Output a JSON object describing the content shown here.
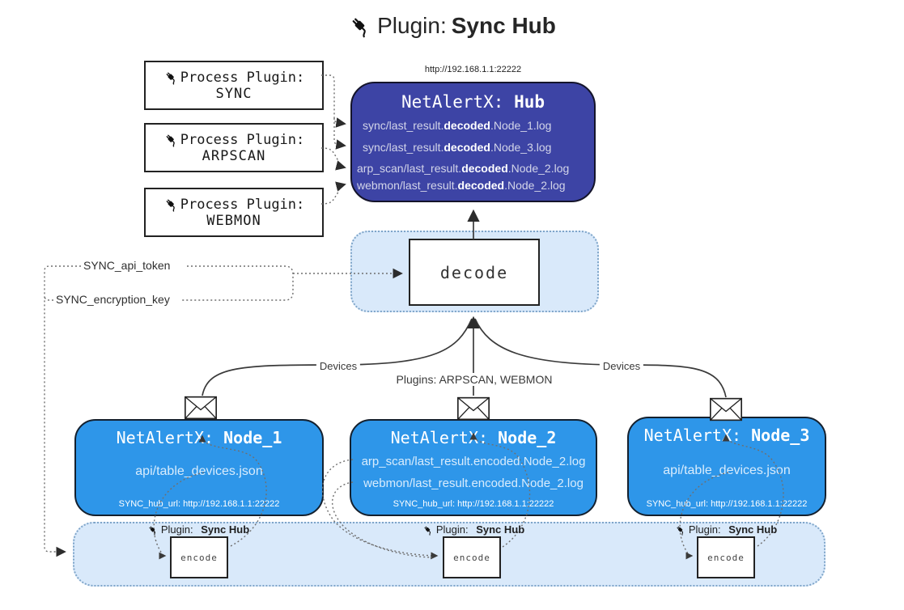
{
  "title": {
    "label": "Plugin:",
    "name": "Sync Hub"
  },
  "hub": {
    "url": "http://192.168.1.1:22222",
    "title_prefix": "NetAlertX:",
    "title_name": "Hub",
    "files": [
      {
        "pre": "sync/last_result.",
        "bold": "decoded",
        "post": ".Node_1.log"
      },
      {
        "pre": "sync/last_result.",
        "bold": "decoded",
        "post": ".Node_3.log"
      },
      {
        "pre": "arp_scan/last_result.",
        "bold": "decoded",
        "post": ".Node_2.log"
      },
      {
        "pre": "webmon/last_result.",
        "bold": "decoded",
        "post": ".Node_2.log"
      }
    ]
  },
  "process_plugins": [
    {
      "label": "Process Plugin:",
      "name": "SYNC"
    },
    {
      "label": "Process Plugin:",
      "name": "ARPSCAN"
    },
    {
      "label": "Process Plugin:",
      "name": "WEBMON"
    }
  ],
  "decode_label": "decode",
  "settings": {
    "api_token": "SYNC_api_token",
    "encryption_key": "SYNC_encryption_key"
  },
  "edge_labels": {
    "devices_left": "Devices",
    "plugins_mid": "Plugins: ARPSCAN, WEBMON",
    "devices_right": "Devices"
  },
  "nodes": [
    {
      "title_prefix": "NetAlertX:",
      "title_name": "Node_1",
      "files": [
        "api/table_devices.json"
      ],
      "hub_url": "SYNC_hub_url: http://192.168.1.1:22222"
    },
    {
      "title_prefix": "NetAlertX:",
      "title_name": "Node_2",
      "files": [
        "arp_scan/last_result.encoded.Node_2.log",
        "webmon/last_result.encoded.Node_2.log"
      ],
      "hub_url": "SYNC_hub_url: http://192.168.1.1:22222"
    },
    {
      "title_prefix": "NetAlertX:",
      "title_name": "Node_3",
      "files": [
        "api/table_devices.json"
      ],
      "hub_url": "SYNC_hub_url: http://192.168.1.1:22222"
    }
  ],
  "encoder": {
    "plugin_label": "Plugin:",
    "plugin_name": "Sync Hub",
    "box_label": "encode"
  },
  "colors": {
    "hub_bg": "#3d44a5",
    "node_bg": "#2e96e9",
    "panel_bg": "#d9e9fa",
    "panel_border": "#7fa5c9",
    "line": "#3a3a3a",
    "dotted_line": "#6f6f6f"
  }
}
